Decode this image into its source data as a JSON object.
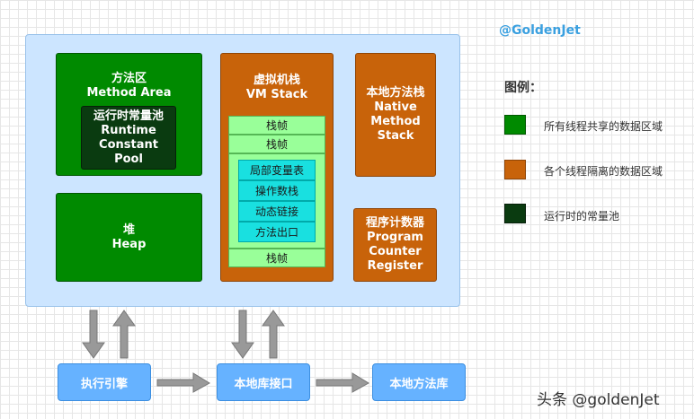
{
  "author_tag": "@GoldenJet",
  "jvm": {
    "method_area": {
      "title_cn": "方法区",
      "title_en": "Method Area"
    },
    "constant_pool": {
      "title_cn": "运行时常量池",
      "line1": "Runtime",
      "line2": "Constant",
      "line3": "Pool"
    },
    "heap": {
      "title_cn": "堆",
      "title_en": "Heap"
    },
    "vm_stack": {
      "title_cn": "虚拟机栈",
      "title_en": "VM Stack",
      "frames": [
        "栈帧",
        "栈帧"
      ],
      "inner": [
        "局部变量表",
        "操作数栈",
        "动态链接",
        "方法出口"
      ],
      "last_frame": "栈帧"
    },
    "native_stack": {
      "title_cn": "本地方法栈",
      "line1": "Native",
      "line2": "Method",
      "line3": "Stack"
    },
    "pc": {
      "title_cn": "程序计数器",
      "line1": "Program",
      "line2": "Counter",
      "line3": "Register"
    }
  },
  "bottom": {
    "engine": "执行引擎",
    "native_interface": "本地库接口",
    "native_library": "本地方法库"
  },
  "legend": {
    "title": "图例：",
    "items": [
      {
        "color": "#008a00",
        "label": "所有线程共享的数据区域"
      },
      {
        "color": "#c8630a",
        "label": "各个线程隔离的数据区域"
      },
      {
        "color": "#0a3b10",
        "label": "运行时的常量池"
      }
    ]
  },
  "watermark": "头条 @goldenJet"
}
